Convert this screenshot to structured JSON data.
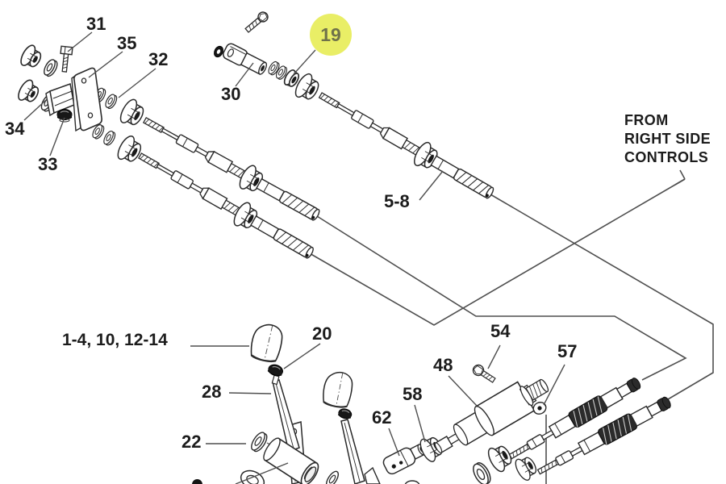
{
  "page": {
    "background": "#ffffff",
    "line_color": "#2a2a2a",
    "leader_color": "#4f4f4f"
  },
  "highlight": {
    "label": "19",
    "fill": "#e9ee66",
    "text_color": "#70724a"
  },
  "note": {
    "line1": "FROM",
    "line2": "RIGHT SIDE",
    "line3": "CONTROLS"
  },
  "callouts": {
    "k31": "31",
    "k35": "35",
    "k32": "32",
    "k34": "34",
    "k33": "33",
    "k30": "30",
    "k5_8": "5-8",
    "k1_4": "1-4, 10, 12-14",
    "k20": "20",
    "k28": "28",
    "k22": "22",
    "k62": "62",
    "k58": "58",
    "k48": "48",
    "k54": "54",
    "k57": "57"
  }
}
